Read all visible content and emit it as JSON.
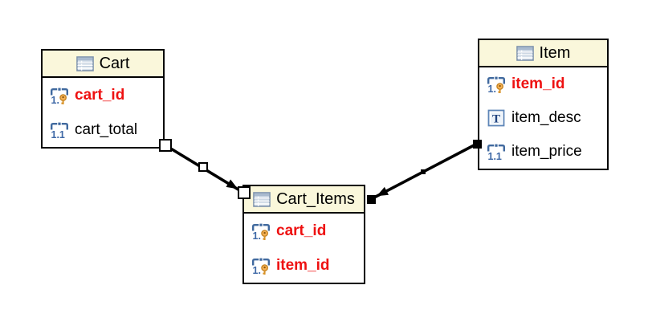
{
  "diagram": {
    "tables": {
      "cart": {
        "title": "Cart",
        "columns": [
          {
            "name": "cart_id",
            "type": "numeric",
            "primary_key": true,
            "icon": "numeric-primary-key-icon"
          },
          {
            "name": "cart_total",
            "type": "numeric",
            "primary_key": false,
            "icon": "numeric-column-icon"
          }
        ]
      },
      "item": {
        "title": "Item",
        "columns": [
          {
            "name": "item_id",
            "type": "numeric",
            "primary_key": true,
            "icon": "numeric-primary-key-icon"
          },
          {
            "name": "item_desc",
            "type": "text",
            "primary_key": false,
            "icon": "text-column-icon"
          },
          {
            "name": "item_price",
            "type": "numeric",
            "primary_key": false,
            "icon": "numeric-column-icon"
          }
        ]
      },
      "cart_items": {
        "title": "Cart_Items",
        "columns": [
          {
            "name": "cart_id",
            "type": "numeric",
            "primary_key": true,
            "icon": "numeric-primary-key-icon"
          },
          {
            "name": "item_id",
            "type": "numeric",
            "primary_key": true,
            "icon": "numeric-primary-key-icon"
          }
        ]
      }
    },
    "relationships": [
      {
        "from": "Cart",
        "to": "Cart_Items",
        "arrow": "into Cart_Items",
        "handle_style": "hollow-square"
      },
      {
        "from": "Item",
        "to": "Cart_Items",
        "arrow": "into Cart_Items",
        "handle_style": "filled-square"
      }
    ],
    "colors": {
      "background": "#FFFFFF",
      "table_header_fill": "#FAF7DB",
      "table_border": "#000000",
      "primary_key_text": "#EE1111",
      "column_text": "#000000",
      "icon_blue": "#40699E",
      "key_orange": "#F5A94F",
      "connector": "#000000"
    },
    "icon_glyphs": {
      "numeric": "1.1",
      "numeric_pk": "1.",
      "text": "T"
    }
  }
}
